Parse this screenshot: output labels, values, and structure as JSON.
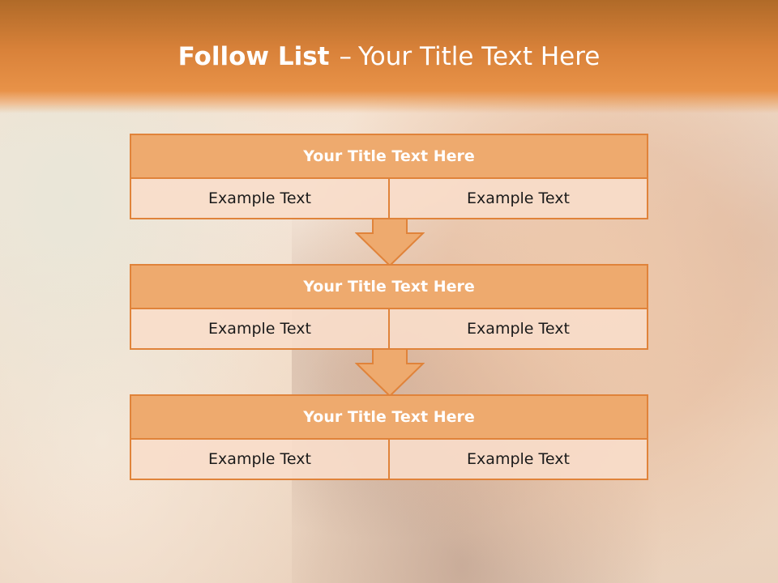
{
  "slide": {
    "title_bold": "Follow List",
    "title_sep": "–",
    "title_rest": "Your Title Text Here"
  },
  "blocks": [
    {
      "title": "Your Title Text Here",
      "cells": [
        "Example Text",
        "Example Text"
      ]
    },
    {
      "title": "Your Title Text Here",
      "cells": [
        "Example Text",
        "Example Text"
      ]
    },
    {
      "title": "Your Title Text Here",
      "cells": [
        "Example Text",
        "Example Text"
      ]
    }
  ],
  "colors": {
    "accent": "#e0833a",
    "title_fill": "#eeaa6e",
    "cell_fill": "#f8ddca"
  }
}
